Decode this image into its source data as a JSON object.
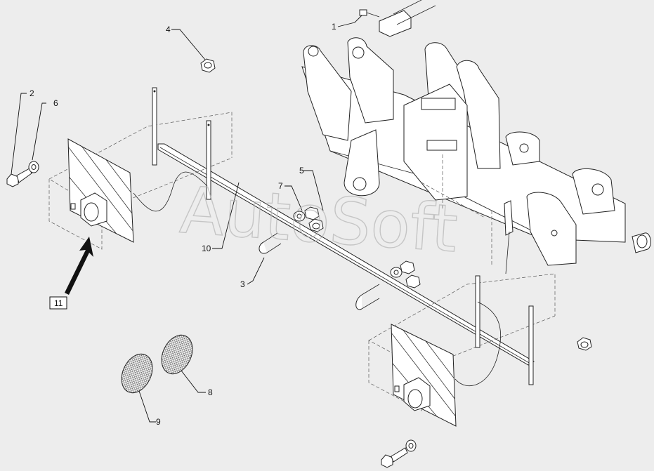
{
  "watermark": "AutoSoft",
  "callouts": {
    "c1": "1",
    "c2": "2",
    "c3": "3",
    "c4": "4",
    "c5": "5",
    "c6": "6",
    "c7": "7",
    "c8": "8",
    "c9": "9",
    "c10": "10",
    "c11": "11"
  }
}
